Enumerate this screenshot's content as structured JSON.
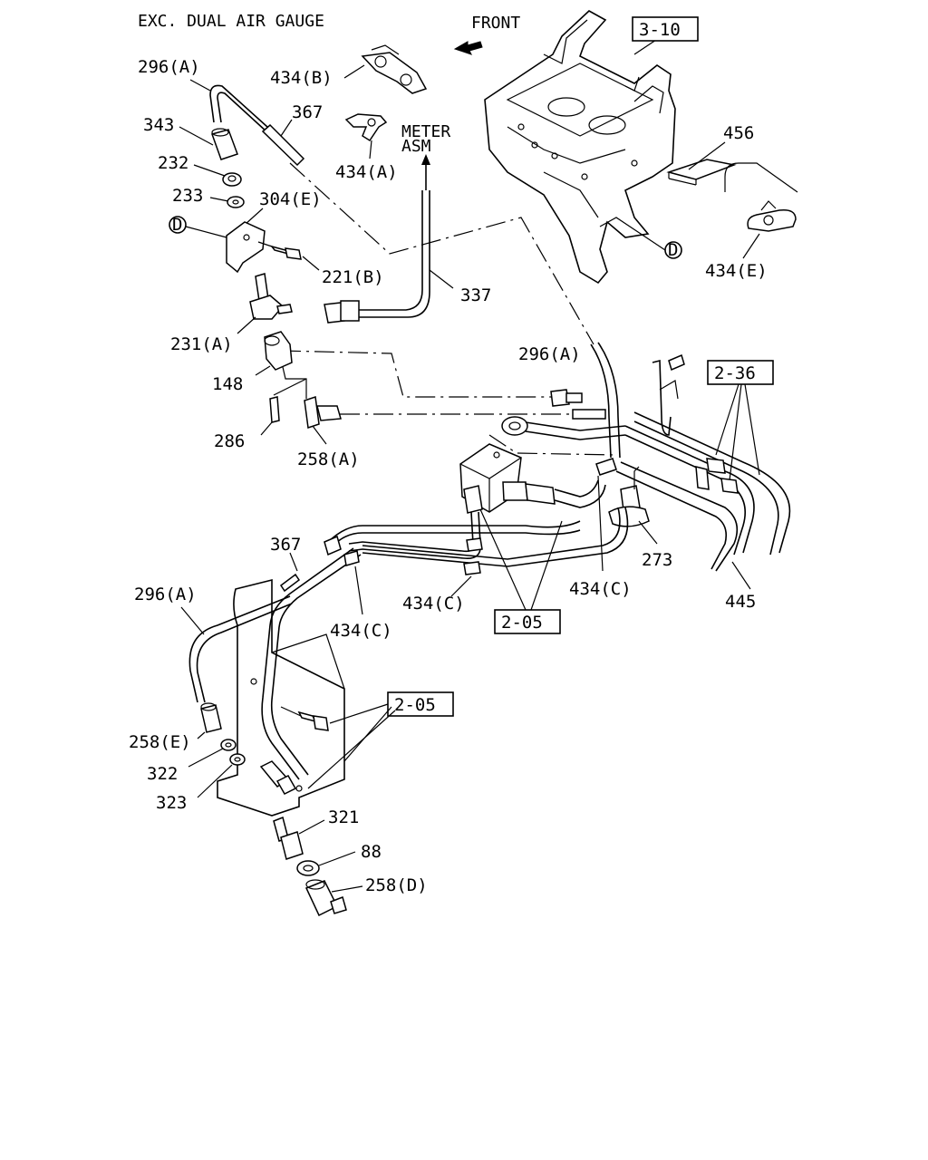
{
  "header": {
    "title": "EXC. DUAL AIR GAUGE",
    "front": "FRONT",
    "meter_line1": "METER",
    "meter_line2": "ASM"
  },
  "refs": {
    "r310": "3-10",
    "r236": "2-36",
    "r205a": "2-05",
    "r205b": "2-05"
  },
  "callouts": {
    "d1": "D",
    "d2": "D"
  },
  "labels": {
    "p296a_1": "296(A)",
    "p434b": "434(B)",
    "p343": "343",
    "p367_1": "367",
    "p232": "232",
    "p233": "233",
    "p304e": "304(E)",
    "p434a": "434(A)",
    "p221b": "221(B)",
    "p337": "337",
    "p231a": "231(A)",
    "p148": "148",
    "p286": "286",
    "p258a": "258(A)",
    "p456": "456",
    "p434e": "434(E)",
    "p296a_2": "296(A)",
    "p273": "273",
    "p434c_1": "434(C)",
    "p445": "445",
    "p367_2": "367",
    "p296a_3": "296(A)",
    "p434c_2": "434(C)",
    "p434c_3": "434(C)",
    "p258e": "258(E)",
    "p322": "322",
    "p323": "323",
    "p321": "321",
    "p88": "88",
    "p258d": "258(D)"
  }
}
